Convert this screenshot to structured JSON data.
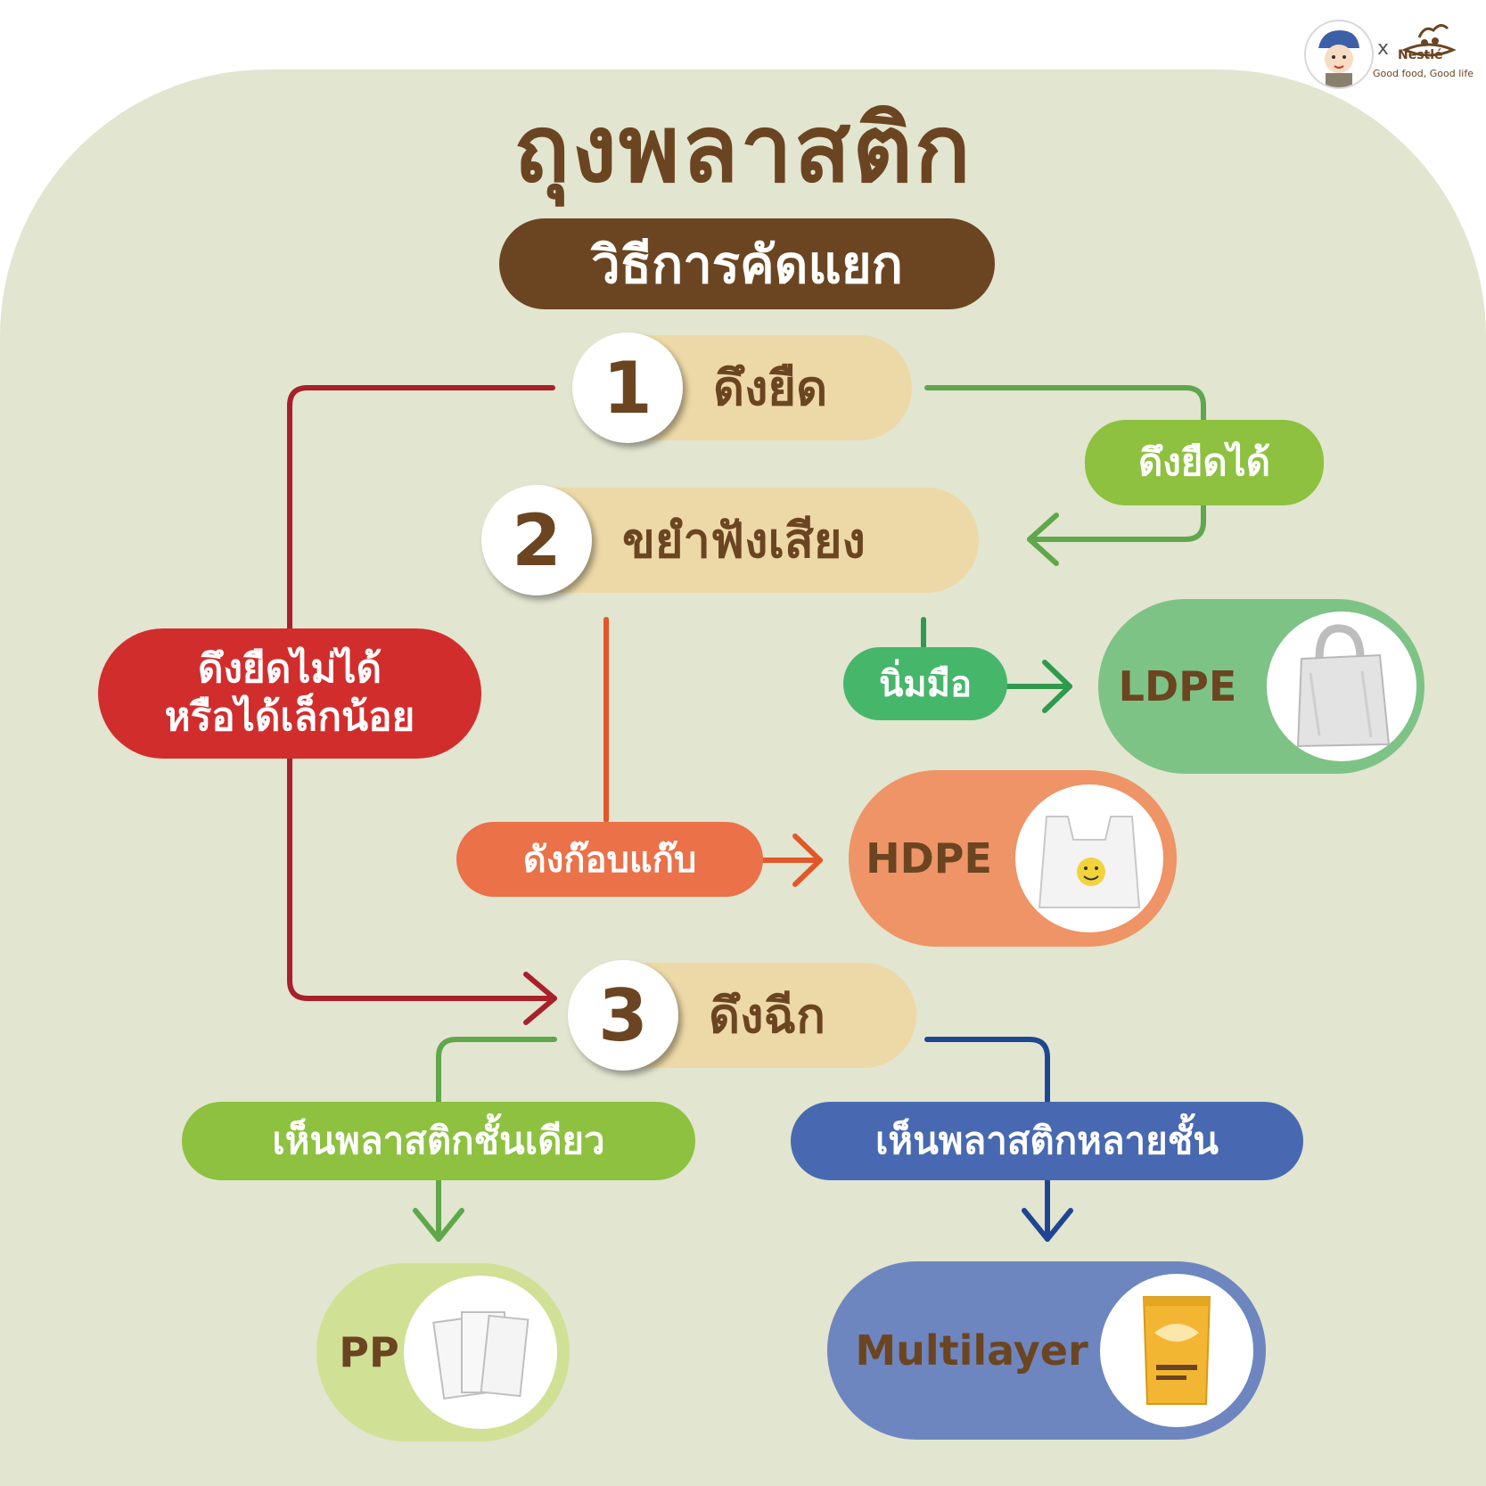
{
  "title": "ถุงพลาสติก",
  "subtitle": "วิธีการคัดแยก",
  "steps": [
    {
      "number": "1",
      "label": "ดึงยืด"
    },
    {
      "number": "2",
      "label": "ขยำฟังเสียง"
    },
    {
      "number": "3",
      "label": "ดึงฉีก"
    }
  ],
  "conditions": {
    "stretchable": "ดึงยืดได้",
    "not_stretchable_line1": "ดึงยืดไม่ได้",
    "not_stretchable_line2": "หรือได้เล็กน้อย",
    "soft": "นิ่มมือ",
    "crinkly": "ดังก๊อบแก๊บ",
    "single_layer": "เห็นพลาสติกชั้นเดียว",
    "multi_layer": "เห็นพลาสติกหลายชั้น"
  },
  "results": {
    "ldpe": "LDPE",
    "hdpe": "HDPE",
    "pp": "PP",
    "multilayer": "Multilayer"
  },
  "branding": {
    "separator": "x",
    "brand": "Nestlé",
    "tagline": "Good food, Good life"
  },
  "colors": {
    "background": "#e2e5cf",
    "brown": "#6b4521",
    "step_pill": "#edd9a7",
    "green": "#8dc13f",
    "dark_green": "#46b66b",
    "red": "#d22d2d",
    "orange": "#ea7148",
    "blue": "#4869b1"
  }
}
